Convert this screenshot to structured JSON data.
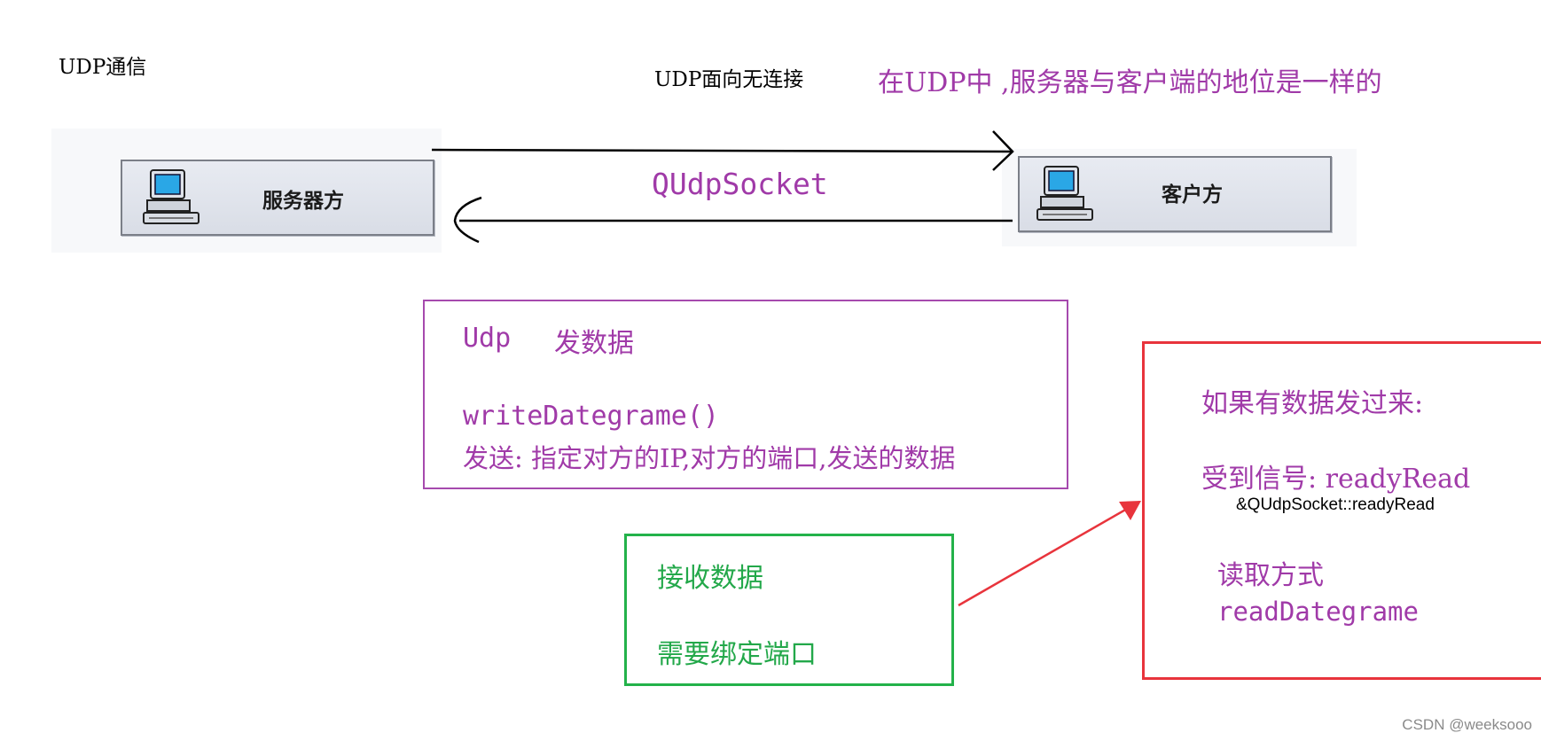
{
  "title": "UDP通信",
  "subtitle": "UDP面向无连接",
  "note": "在UDP中 ,服务器与客户端的地位是一样的",
  "server_label": "服务器方",
  "client_label": "客户方",
  "socket_label": "QUdpSocket",
  "send_box": {
    "heading_a": "Udp",
    "heading_b": "发数据",
    "func": "writeDategrame()",
    "desc": "发送: 指定对方的IP,对方的端口,发送的数据"
  },
  "recv_box": {
    "line1": "接收数据",
    "line2": "需要绑定端口"
  },
  "read_box": {
    "line1": "如果有数据发过来:",
    "line2": "受到信号: readyRead",
    "line3": "&QUdpSocket::readyRead",
    "line4": "读取方式",
    "line5": "readDategrame"
  },
  "watermark": "CSDN @weeksooo",
  "colors": {
    "purple": "#a03aa8",
    "green": "#23b24a",
    "red": "#e8343c"
  }
}
